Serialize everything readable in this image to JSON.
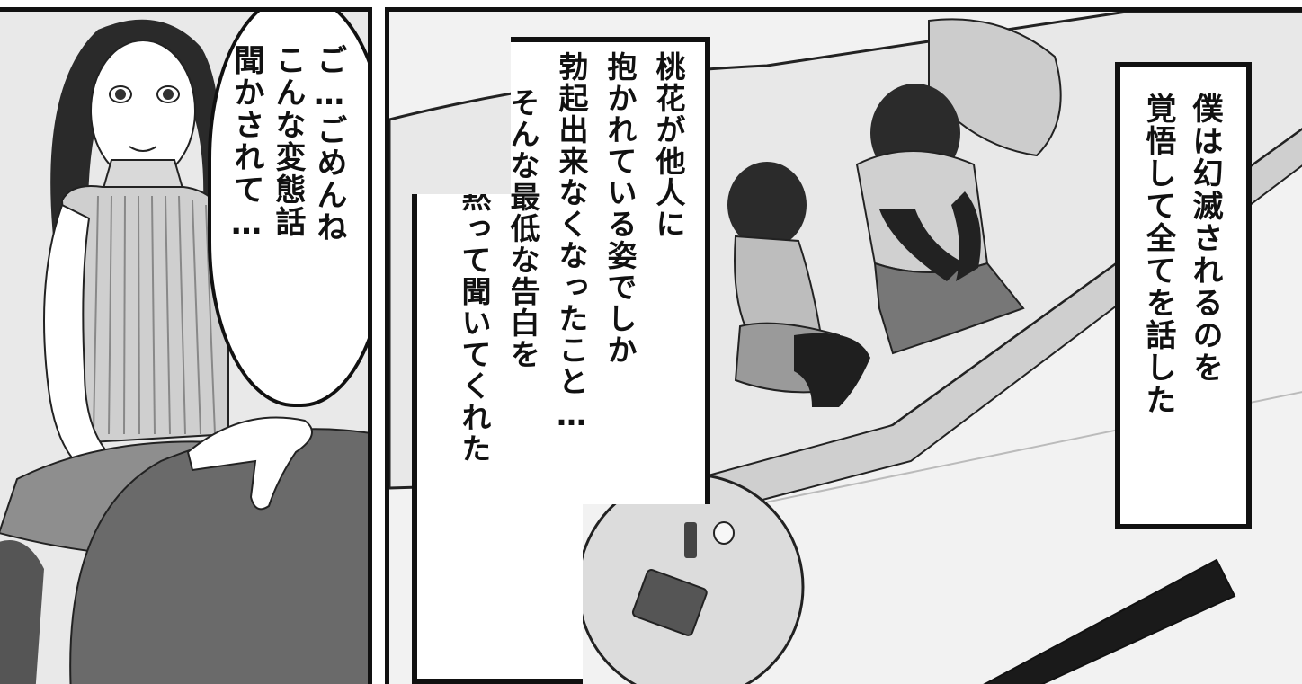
{
  "left_panel": {
    "speech_lines": [
      "ご…ごめんね",
      "こんな変態話",
      "聞かされて…"
    ]
  },
  "right_panel": {
    "center_caption_lines": [
      "桃花が他人に",
      "抱かれている姿でしか",
      "勃起出来なくなったこと…",
      "そんな最低な告白を",
      "桃花は黙って聞いてくれた"
    ],
    "right_caption_lines": [
      "僕は幻滅されるのを",
      "覚悟して全てを話した"
    ]
  }
}
